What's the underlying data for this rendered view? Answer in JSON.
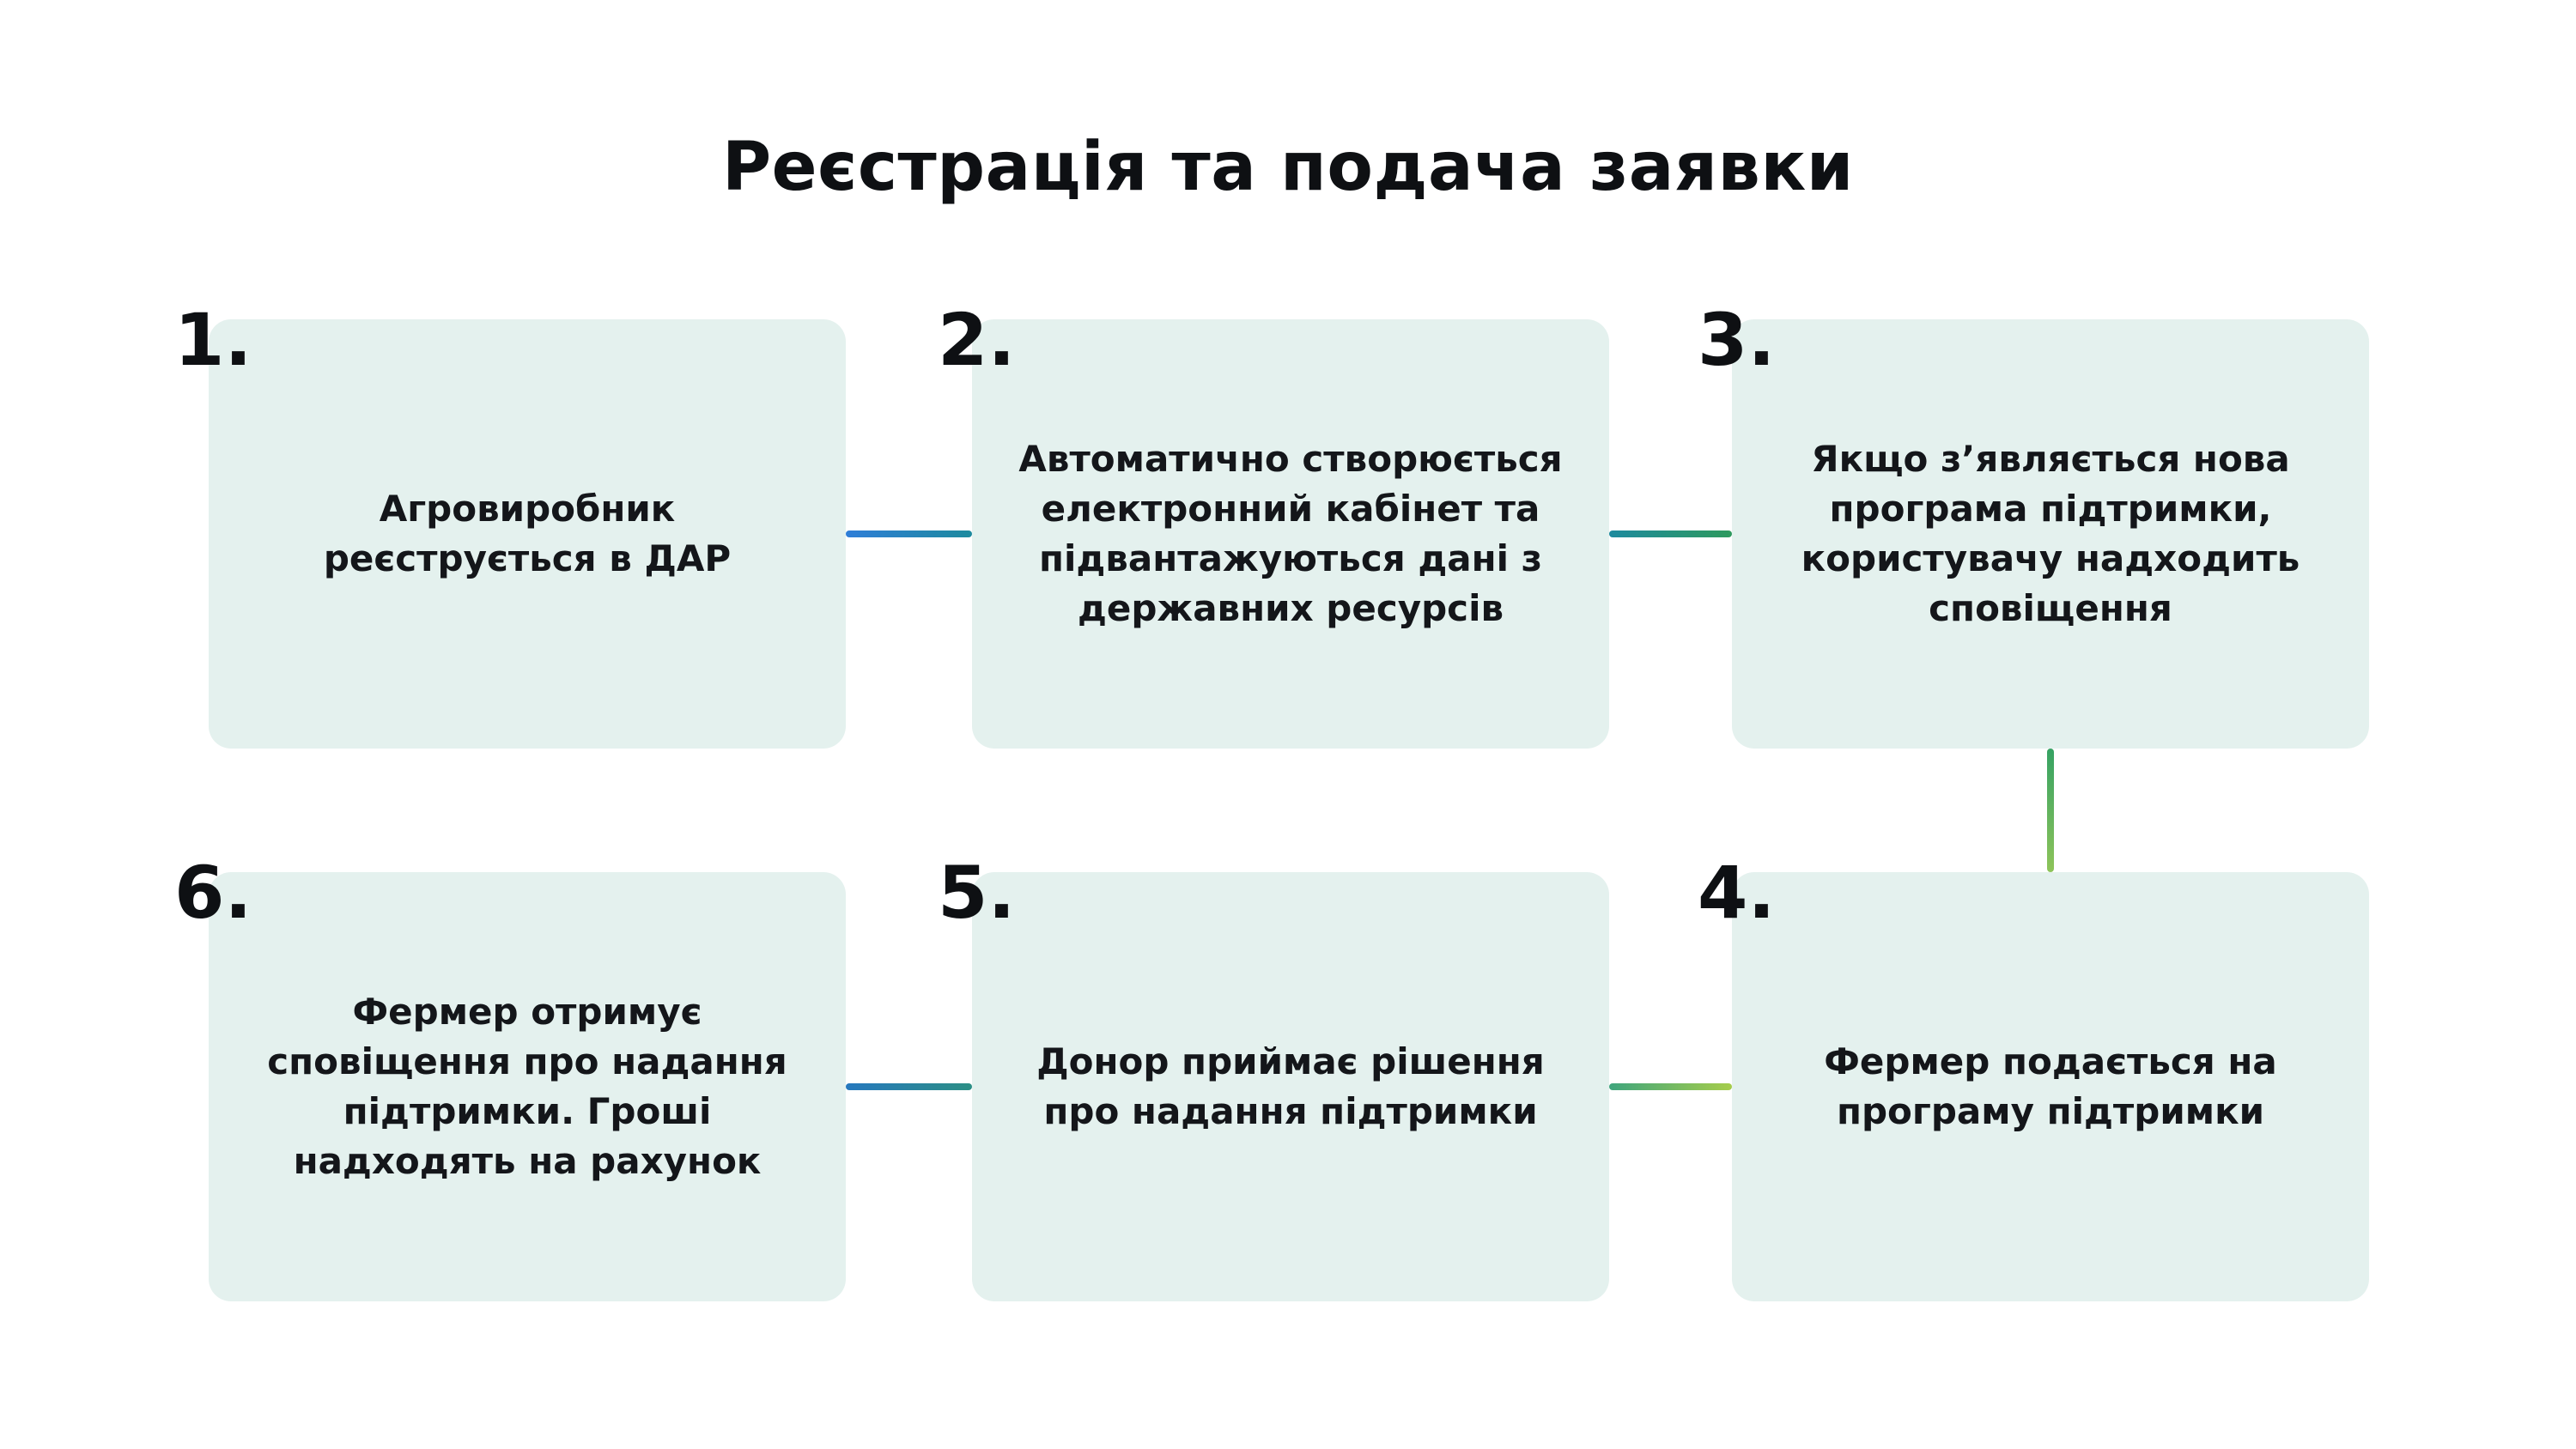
{
  "title": "Реєстрація та подача заявки",
  "steps": [
    {
      "number": "1.",
      "text": "Агровиробник реєструється в ДАР"
    },
    {
      "number": "2.",
      "text": "Автоматично створюється електронний кабінет та підвантажуються дані з державних ресурсів"
    },
    {
      "number": "3.",
      "text": "Якщо з’являється нова програма підтримки, користувачу надходить сповіщення"
    },
    {
      "number": "4.",
      "text": "Фермер подається на програму підтримки"
    },
    {
      "number": "5.",
      "text": "Донор приймає рішення про надання підтримки"
    },
    {
      "number": "6.",
      "text": "Фермер отримує сповіщення про надання підтримки. Гроші надходять на рахунок"
    }
  ],
  "colors": {
    "page-bg": "#ffffff",
    "box-bg": "#e4f1ee",
    "text": "#14161a",
    "c12-start": "#2f7ed8",
    "c12-end": "#1d8a9e",
    "c23-start": "#1d8a9e",
    "c23-end": "#2e9a5e",
    "c34-start": "#35a263",
    "c34-end": "#8ec45a",
    "c45-start": "#3fa57d",
    "c45-end": "#a6cd4b",
    "c56-start": "#2678be",
    "c56-end": "#2c8f85"
  }
}
